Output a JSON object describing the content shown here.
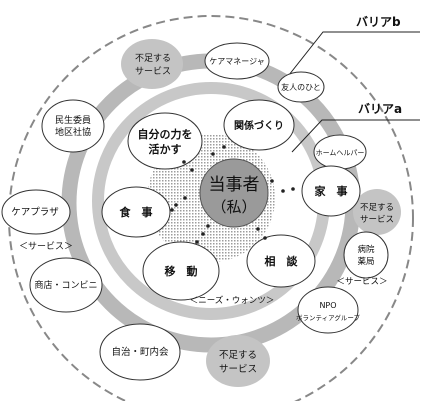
{
  "center": {
    "line1": "当事者",
    "line2": "（私）"
  },
  "barrier_b": "バリアb",
  "barrier_a": "バリアa",
  "inner_nodes": {
    "self_power": {
      "line1": "自分の力を",
      "line2": "活かす"
    },
    "relationships": "関係づくり",
    "housework": "家　事",
    "meal": "食　事",
    "mobility": "移　動",
    "consultation": "相　談"
  },
  "needs_label": "＜ニーズ・ウォンツ＞",
  "outer_nodes": {
    "care_manager": "ケアマネージャ",
    "friends": "友人のひと",
    "minsei": {
      "line1": "民生委員",
      "line2": "地区社協"
    },
    "care_plaza": "ケアプラザ",
    "shop": "商店・コンビニ",
    "jichikai": "自治・町内会",
    "helper": "ホームヘルパー",
    "hospital": {
      "line1": "病院",
      "line2": "薬局"
    },
    "npo": {
      "line1": "NPO",
      "line2": "ボランティアグループ"
    }
  },
  "services_left": "＜サービス＞",
  "services_right": "＜サービス＞",
  "shortage": {
    "top": {
      "line1": "不足する",
      "line2": "サービス"
    },
    "right": {
      "line1": "不足する",
      "line2": "サービス"
    },
    "bottom": {
      "line1": "不足する",
      "line2": "サービス"
    }
  },
  "colors": {
    "barrier_ring": "#b8b8b8",
    "inner_ring": "#d0d0d0",
    "center_fill": "#9a9a9a",
    "shortage_fill": "#c4c4c4"
  }
}
